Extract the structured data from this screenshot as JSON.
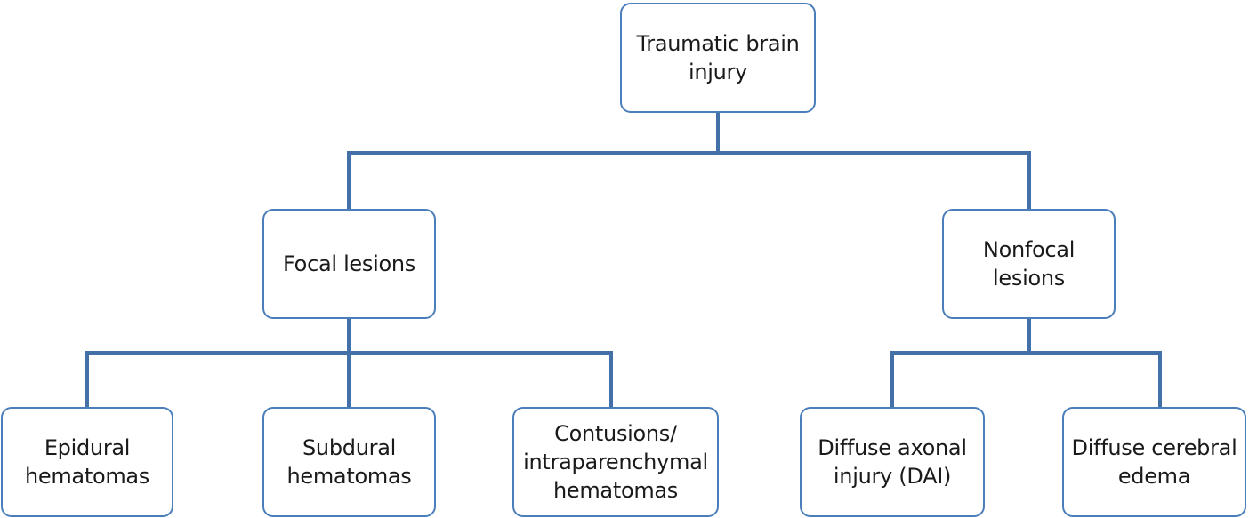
{
  "diagram": {
    "type": "tree",
    "colors": {
      "box_border": "#4a7ebb",
      "connector": "#4470a8",
      "text": "#1a1a1a",
      "background": "#ffffff"
    },
    "root": {
      "id": "tbi",
      "label": "Traumatic brain\ninjury",
      "children": [
        {
          "id": "focal",
          "label": "Focal lesions",
          "children": [
            {
              "id": "epidural",
              "label": "Epidural\nhematomas"
            },
            {
              "id": "subdural",
              "label": "Subdural\nhematomas"
            },
            {
              "id": "contusions",
              "label": "Contusions/\nintraparenchymal\nhematomas"
            }
          ]
        },
        {
          "id": "nonfocal",
          "label": "Nonfocal\nlesions",
          "children": [
            {
              "id": "dai",
              "label": "Diffuse axonal\ninjury (DAI)"
            },
            {
              "id": "edema",
              "label": "Diffuse cerebral\nedema"
            }
          ]
        }
      ]
    }
  },
  "nodes": {
    "tbi": "Traumatic brain\ninjury",
    "focal": "Focal lesions",
    "nonfocal": "Nonfocal\nlesions",
    "epidural": "Epidural\nhematomas",
    "subdural": "Subdural\nhematomas",
    "contusions": "Contusions/\nintraparenchymal\nhematomas",
    "dai": "Diffuse axonal\ninjury (DAI)",
    "edema": "Diffuse cerebral\nedema"
  }
}
